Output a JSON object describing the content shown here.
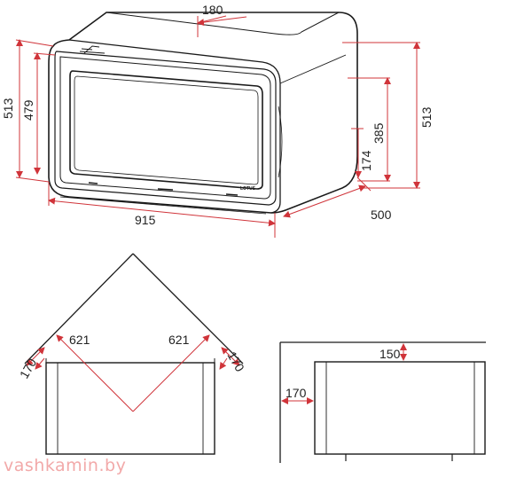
{
  "product_diagram": {
    "main_view": {
      "dimensions": {
        "offset_top": "180",
        "height_left": "513",
        "inner_height_left": "479",
        "height_right_rear": "385",
        "height_right": "513",
        "bottom_offset": "174",
        "width": "915",
        "depth": "500"
      },
      "brand_label": "LOTUS"
    },
    "corner_install": {
      "dimensions": {
        "diagonal_left": "621",
        "diagonal_right": "621",
        "side_gap_left": "170",
        "side_gap_right": "170"
      }
    },
    "wall_install": {
      "dimensions": {
        "top_gap": "150",
        "side_gap": "170"
      }
    }
  },
  "watermark": "vashkamin.by",
  "colors": {
    "outline": "#1a1a1a",
    "dimension_line": "#d0343a",
    "watermark": "#f2a9a9"
  }
}
